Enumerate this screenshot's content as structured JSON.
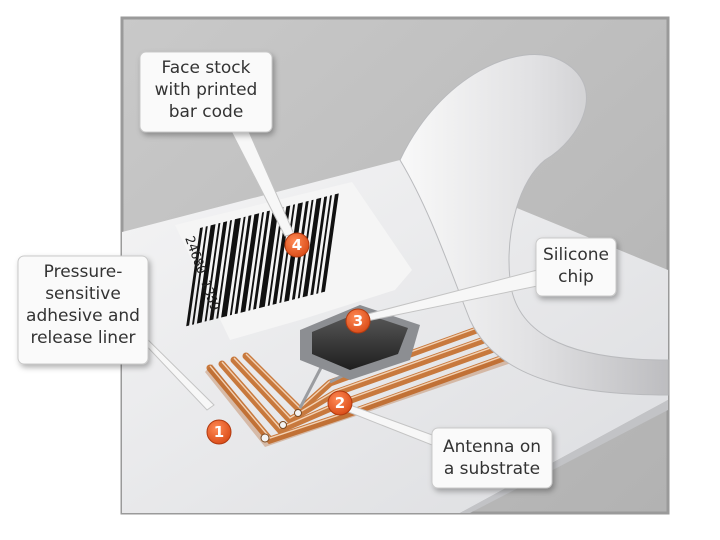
{
  "callouts": {
    "face_stock": "Face stock\nwith printed\nbar code",
    "adhesive": "Pressure-\nsensitive\nadhesive and\nrelease liner",
    "chip": "Silicone\nchip",
    "antenna": "Antenna on\na substrate"
  },
  "markers": {
    "one": "1",
    "two": "2",
    "three": "3",
    "four": "4"
  },
  "barcode_digits": "24680 1359",
  "colors": {
    "frame_border": "#9a9a9a",
    "background": "#d4d4d4",
    "card": "#e6e7e9",
    "antenna": "#c8793d",
    "marker": "#e25a25",
    "chip": "#3a3a3a"
  }
}
